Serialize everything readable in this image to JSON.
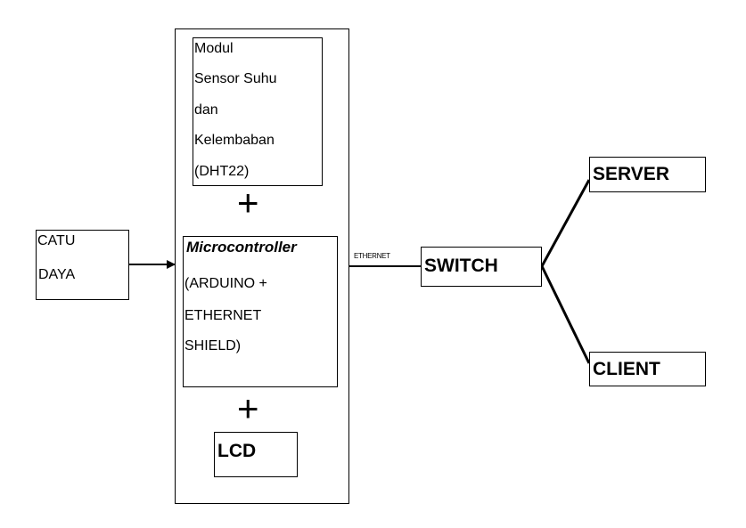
{
  "diagram": {
    "sensor_module": {
      "lines": [
        "Modul",
        "Sensor Suhu",
        "dan",
        "Kelembaban",
        "(DHT22)"
      ]
    },
    "plus_top": "+",
    "plus_bottom": "+",
    "power_supply": {
      "lines": [
        "CATU",
        "DAYA"
      ]
    },
    "microcontroller": {
      "title": "Microcontroller",
      "lines": [
        "(ARDUINO +",
        "ETHERNET",
        "SHIELD)"
      ]
    },
    "lcd": "LCD",
    "ethernet_label": "ETHERNET",
    "switch": "SWITCH",
    "server": "SERVER",
    "client": "CLIENT"
  }
}
